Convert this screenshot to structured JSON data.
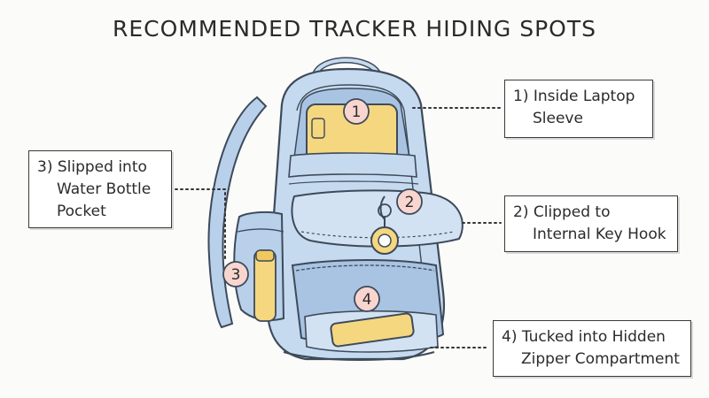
{
  "title": "RECOMMENDED TRACKER HIDING SPOTS",
  "markers": [
    "1",
    "2",
    "3",
    "4"
  ],
  "callouts": [
    {
      "lines": [
        "1) Inside Laptop",
        "Sleeve"
      ]
    },
    {
      "lines": [
        "2) Clipped to",
        "Internal Key Hook"
      ]
    },
    {
      "lines": [
        "3) Slipped into",
        "Water Bottle",
        "Pocket"
      ]
    },
    {
      "lines": [
        "4) Tucked into Hidden",
        "Zipper Compartment"
      ]
    }
  ],
  "colors": {
    "backpack": "#c6daef",
    "backpack_dark": "#a9c4e2",
    "outline": "#3d4a5a",
    "item_yellow": "#f5d77f",
    "marker_fill": "#f8d6cf",
    "leader": "#333333"
  }
}
